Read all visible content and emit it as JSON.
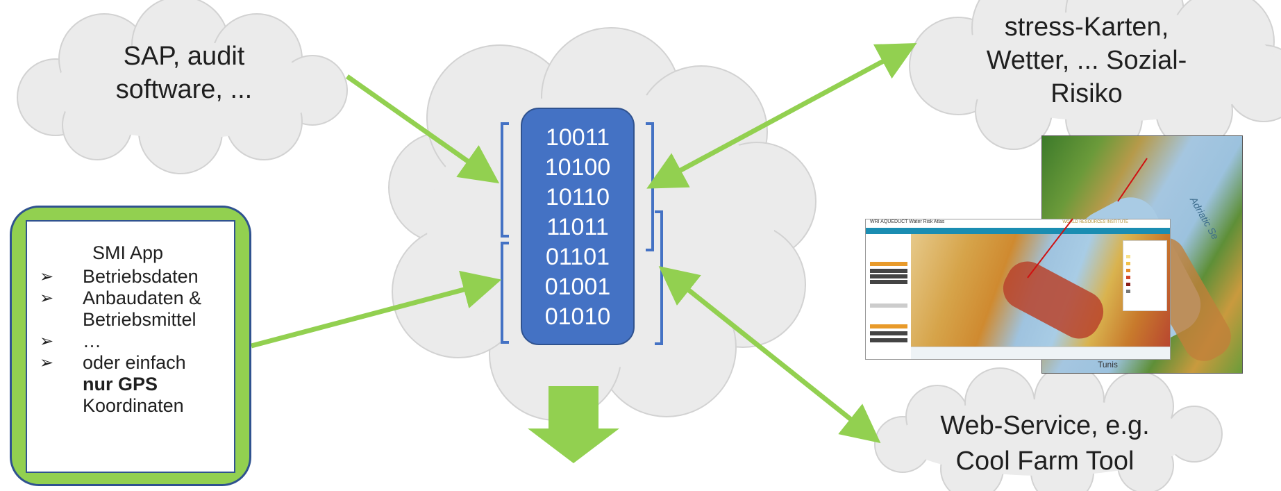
{
  "clouds": {
    "sap": {
      "lines": [
        "SAP, audit",
        "software, ..."
      ]
    },
    "risk": {
      "lines": [
        "stress-Karten,",
        "Wetter, ... Sozial-",
        "Risiko"
      ]
    },
    "webservice": {
      "lines": [
        "Web-Service, e.g.",
        "Cool Farm Tool"
      ]
    }
  },
  "binary": [
    "10011",
    "10100",
    "10110",
    "11011",
    "01101",
    "01001",
    "01010"
  ],
  "app": {
    "title": "SMI App",
    "items": [
      {
        "bullet": "➢",
        "text": "Betriebsdaten"
      },
      {
        "bullet": "➢",
        "text": "Anbaudaten & Betriebsmittel"
      },
      {
        "bullet": "➢",
        "text": "…"
      },
      {
        "bullet": "➢",
        "text": "oder einfach",
        "bold": "nur GPS",
        "tail": "Koordinaten"
      }
    ]
  },
  "map": {
    "header_title": "WRI AQUEDUCT Water Risk Atlas",
    "header_right": "WORLD RESOURCES INSTITUTE",
    "sea_label": "Adriatic Se",
    "city_label": "Tunis"
  },
  "colors": {
    "cloud_fill": "#ebebeb",
    "cloud_stroke": "#cfcfcf",
    "arrow_green": "#92d050",
    "bracket_blue": "#4472c4",
    "binary_fill": "#4472c4",
    "app_frame": "#92d050"
  }
}
